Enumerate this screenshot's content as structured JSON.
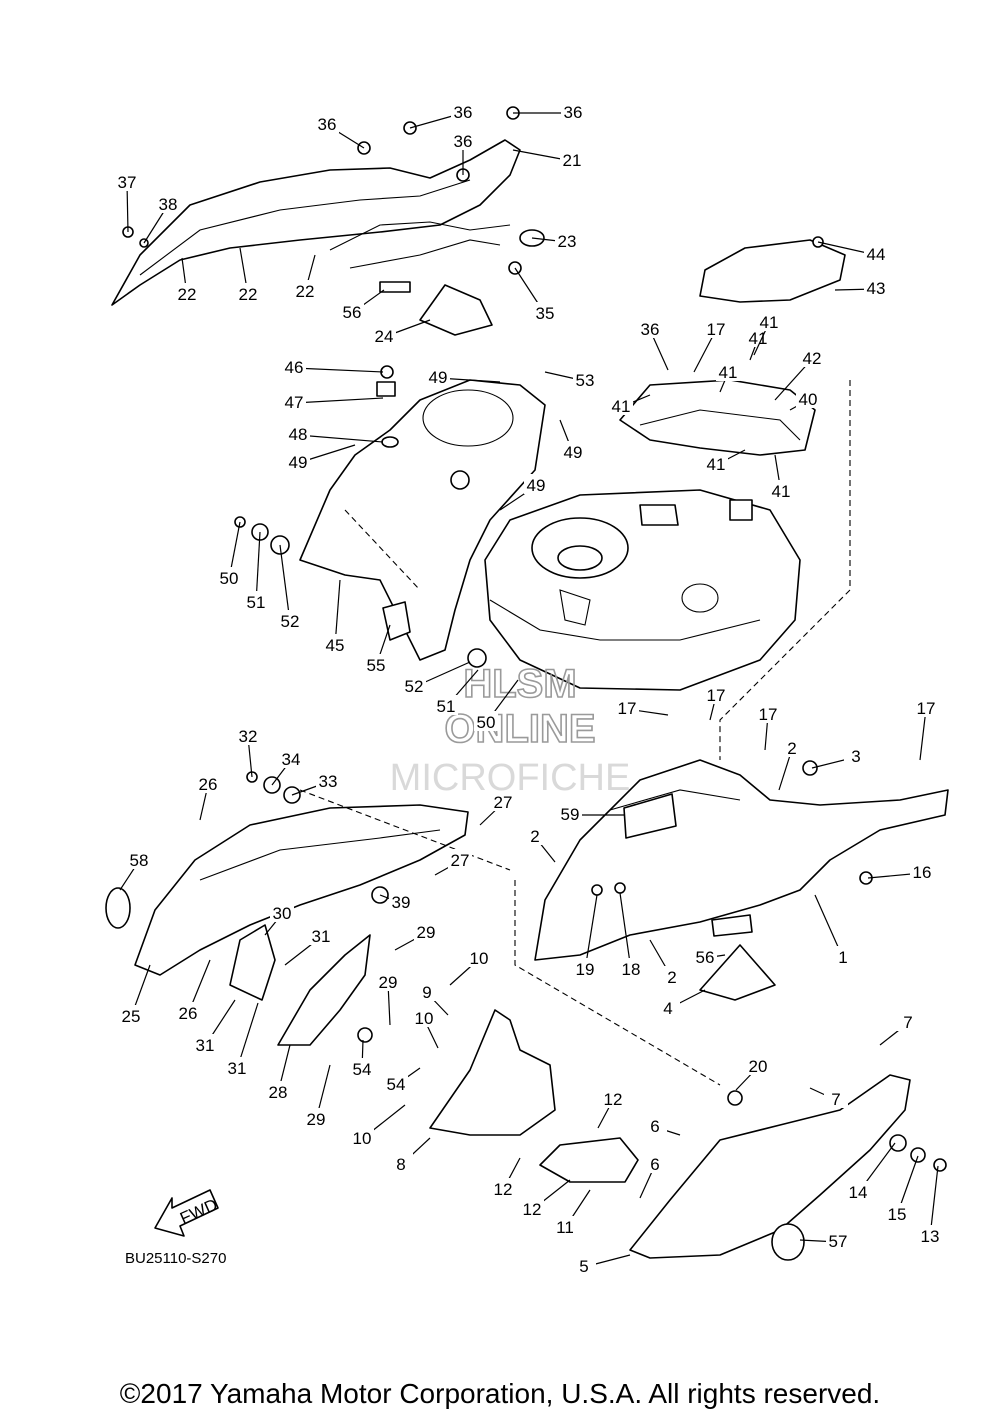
{
  "diagram_code": "BU25110-S270",
  "fwd_label": "FWD",
  "watermark": {
    "line1": "HLSM",
    "line2": "ONLINE",
    "line3": "MICROFICHE"
  },
  "copyright": "©2017 Yamaha Motor Corporation, U.S.A. All rights reserved.",
  "colors": {
    "line": "#000000",
    "background": "#ffffff",
    "watermark": "#9a9a9a"
  },
  "callouts": [
    "36",
    "36",
    "36",
    "36",
    "21",
    "37",
    "38",
    "22",
    "22",
    "22",
    "23",
    "35",
    "56",
    "24",
    "44",
    "43",
    "46",
    "47",
    "48",
    "49",
    "49",
    "53",
    "49",
    "36",
    "17",
    "41",
    "41",
    "41",
    "42",
    "40",
    "41",
    "41",
    "41",
    "49",
    "50",
    "51",
    "52",
    "45",
    "55",
    "52",
    "51",
    "50",
    "17",
    "17",
    "17",
    "2",
    "3",
    "17",
    "59",
    "2",
    "16",
    "19",
    "18",
    "2",
    "56",
    "1",
    "4",
    "32",
    "34",
    "33",
    "26",
    "27",
    "27",
    "58",
    "39",
    "30",
    "31",
    "29",
    "25",
    "26",
    "31",
    "31",
    "29",
    "54",
    "28",
    "29",
    "10",
    "9",
    "10",
    "54",
    "10",
    "8",
    "20",
    "7",
    "7",
    "12",
    "6",
    "6",
    "12",
    "12",
    "11",
    "14",
    "15",
    "13",
    "57",
    "5"
  ]
}
